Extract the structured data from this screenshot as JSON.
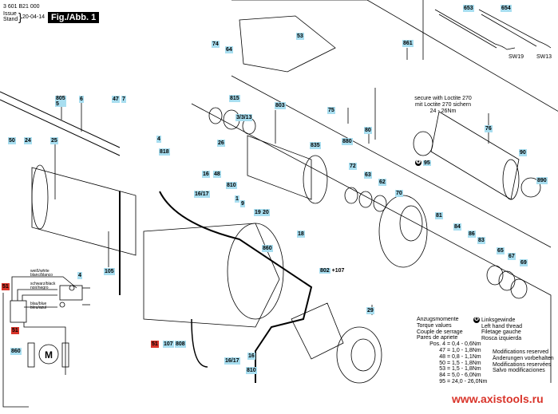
{
  "header": {
    "part_code": "3 601 B21 000",
    "issue_label": "Issue\nStand",
    "issue_line1": "Issue",
    "issue_line2": "Stand",
    "date": "20-04-14",
    "figure": "Fig./Abb. 1"
  },
  "colors": {
    "label_blue": "#a8def0",
    "label_red": "#d9342a",
    "url_red": "#d9342a"
  },
  "part_labels": {
    "p653": "653",
    "p654": "654",
    "sw19": "SW19",
    "sw13": "SW13",
    "p74": "74",
    "p64": "64",
    "p53": "53",
    "p861": "861",
    "p805": "805",
    "p5": "5",
    "p6": "6",
    "p47": "47",
    "p7": "7",
    "p50": "50",
    "p24": "24",
    "p25": "25",
    "p815": "815",
    "p803": "803",
    "p3313": "3/3/13",
    "p26": "26",
    "p835": "835",
    "p75": "75",
    "p80": "80",
    "p880": "880",
    "p76": "76",
    "p95": "95",
    "p4": "4",
    "p818": "818",
    "p16": "16",
    "p48": "48",
    "p1617": "16/17",
    "p810": "810",
    "p1": "1",
    "p9": "9",
    "p19": "19",
    "p20": "20",
    "p18": "18",
    "p860": "860",
    "p802": "802",
    "p802_suffix": "+107",
    "p72": "72",
    "p63": "63",
    "p62": "62",
    "p70": "70",
    "p90": "90",
    "p890": "890",
    "p81": "81",
    "p84": "84",
    "p86": "86",
    "p83": "83",
    "p65": "65",
    "p67": "67",
    "p69": "69",
    "p105": "105",
    "p29": "29",
    "p51": "51",
    "p107": "107",
    "p808": "808",
    "p16b": "16",
    "p1617b": "16/17",
    "p810b": "810",
    "w_p4": "4",
    "w_p51a": "51",
    "w_p51b": "51",
    "w_p860": "860",
    "motor": "M"
  },
  "wiring": {
    "white": "weiß/white\nblanc/blanco",
    "white_1": "weiß/white",
    "white_2": "blanc/blanco",
    "black_1": "schwarz/black",
    "black_2": "noir/negro",
    "blue_1": "blau/blue",
    "blue_2": "bleu/azul"
  },
  "loctite_note": {
    "line1": "secure with Loctite 270",
    "line2": "mit Loctite 270 sichern",
    "line3": "24 - 26Nm"
  },
  "torque": {
    "titles": [
      "Anzugsmomente",
      "Torque values",
      "Couple de serrage",
      "Pares de apriete"
    ],
    "pos_label": "Pos.",
    "rows": [
      {
        "pos": "4",
        "range": "= 0,4 - 0,6Nm"
      },
      {
        "pos": "47",
        "range": "= 1,0 - 1,8Nm"
      },
      {
        "pos": "48",
        "range": "= 0,8 - 1,1Nm"
      },
      {
        "pos": "50",
        "range": "= 1,5 - 1,8Nm"
      },
      {
        "pos": "53",
        "range": "= 1,5 - 1,8Nm"
      },
      {
        "pos": "84",
        "range": "= 5,0 - 6,0Nm"
      },
      {
        "pos": "95",
        "range": "= 24,0 - 26,0Nm"
      }
    ]
  },
  "left_hand_thread": {
    "icon": "left-thread-star-icon",
    "lines": [
      "Linksgewinde",
      "Left hand thread",
      "Filetage gauche",
      "Rosca izquierda"
    ]
  },
  "modifications": [
    "Modifications reserved",
    "Änderungen vorbehalten",
    "Modifications reservées",
    "Salvo modificaciones"
  ],
  "watermark_url": "www.axistools.ru"
}
